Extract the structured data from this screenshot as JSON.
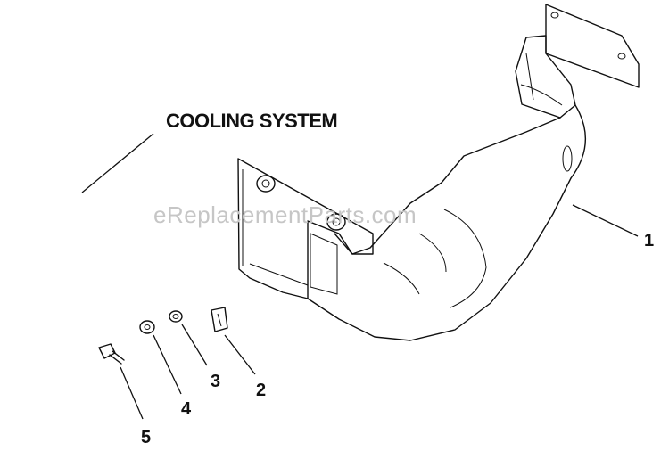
{
  "diagram": {
    "title": "COOLING SYSTEM",
    "watermark": "eReplacementParts.com",
    "callouts": [
      "1",
      "2",
      "3",
      "4",
      "5"
    ]
  }
}
